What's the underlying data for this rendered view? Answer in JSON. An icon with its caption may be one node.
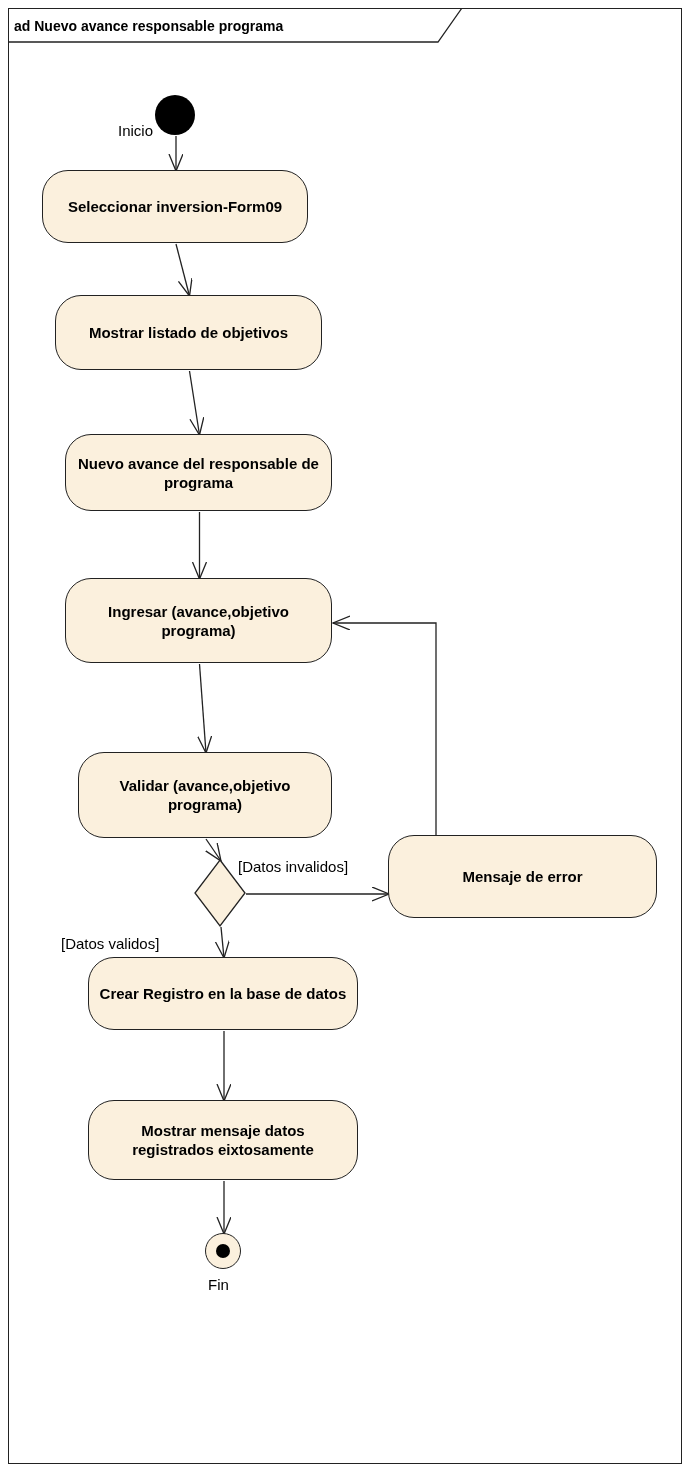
{
  "diagram": {
    "nodes": [
      {
        "text": [
          "ad Nuevo avance responsable programa"
        ]
      },
      {
        "text": [],
        "shape": "circle",
        "beside": [
          "Inicio"
        ],
        "in": 0
      },
      {
        "text": [
          "Seleccionar inversion-Form09"
        ],
        "in": 0
      },
      {
        "text": [
          "Mostrar listado de objetivos"
        ],
        "in": 0
      },
      {
        "text": [
          "Nuevo avance del responsable de programa"
        ],
        "in": 0
      },
      {
        "text": [
          "Ingresar (avance,objetivo programa)"
        ],
        "in": 0
      },
      {
        "text": [
          "Validar (avance,objetivo programa)"
        ],
        "in": 0
      },
      {
        "text": [],
        "shape": "diamond",
        "in": 0
      },
      {
        "text": [
          "Mensaje de error"
        ],
        "in": 0
      },
      {
        "text": [
          "Crear Registro en la base de datos"
        ],
        "in": 0
      },
      {
        "text": [
          "Mostrar mensaje datos registrados eixtosamente"
        ],
        "in": 0
      },
      {
        "text": [],
        "shape": "circle",
        "beside": [
          "Fin"
        ],
        "in": 0
      }
    ],
    "edges": [
      {
        "from": 1,
        "to": 2,
        "arrow": "to"
      },
      {
        "from": 2,
        "to": 3,
        "arrow": "to"
      },
      {
        "from": 3,
        "to": 4,
        "arrow": "to"
      },
      {
        "from": 4,
        "to": 5,
        "arrow": "to"
      },
      {
        "from": 5,
        "to": 6,
        "arrow": "to"
      },
      {
        "from": 6,
        "to": 7,
        "arrow": "to"
      },
      {
        "from": 7,
        "to": 8,
        "arrow": "to",
        "label": "[Datos invalidos]"
      },
      {
        "from": 8,
        "to": 5,
        "arrow": "to"
      },
      {
        "from": 7,
        "to": 9,
        "arrow": "to",
        "label": "[Datos validos]"
      },
      {
        "from": 9,
        "to": 10,
        "arrow": "to"
      },
      {
        "from": 10,
        "to": 11,
        "arrow": "to"
      }
    ]
  }
}
